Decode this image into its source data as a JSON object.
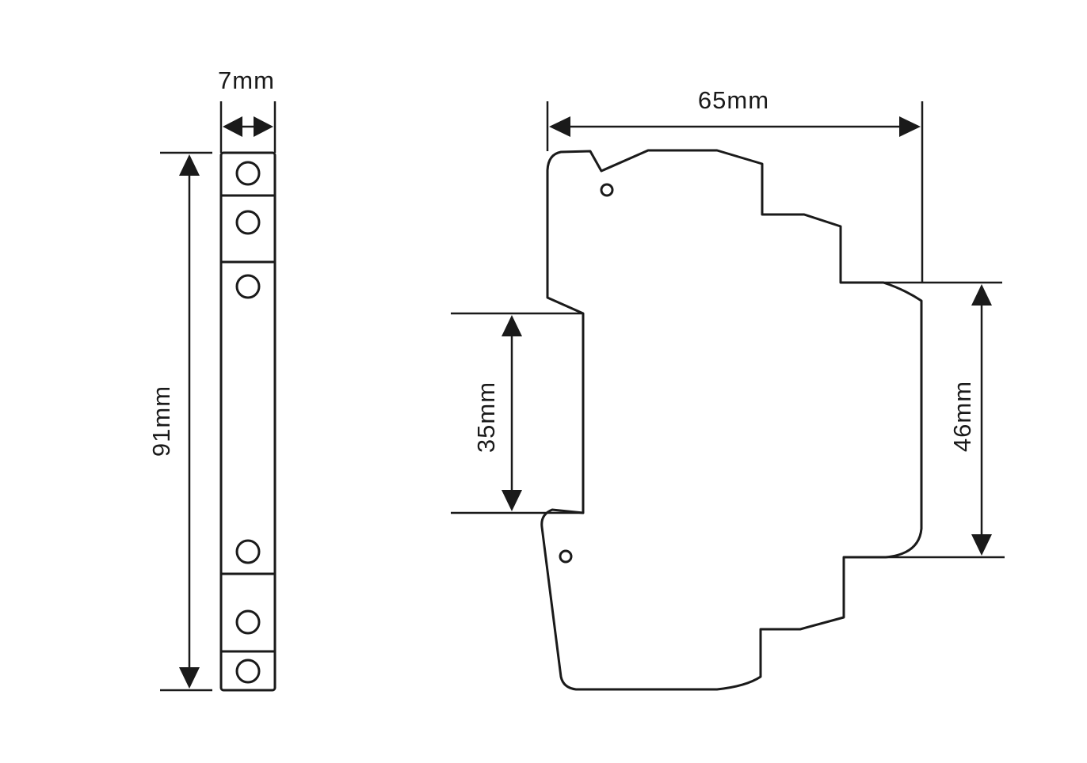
{
  "dimensions": {
    "width_label": "7mm",
    "height_label": "91mm",
    "depth_label": "65mm",
    "rail_label": "35mm",
    "front_label": "46mm"
  },
  "colors": {
    "line": "#1a1a1a",
    "background": "#ffffff"
  }
}
